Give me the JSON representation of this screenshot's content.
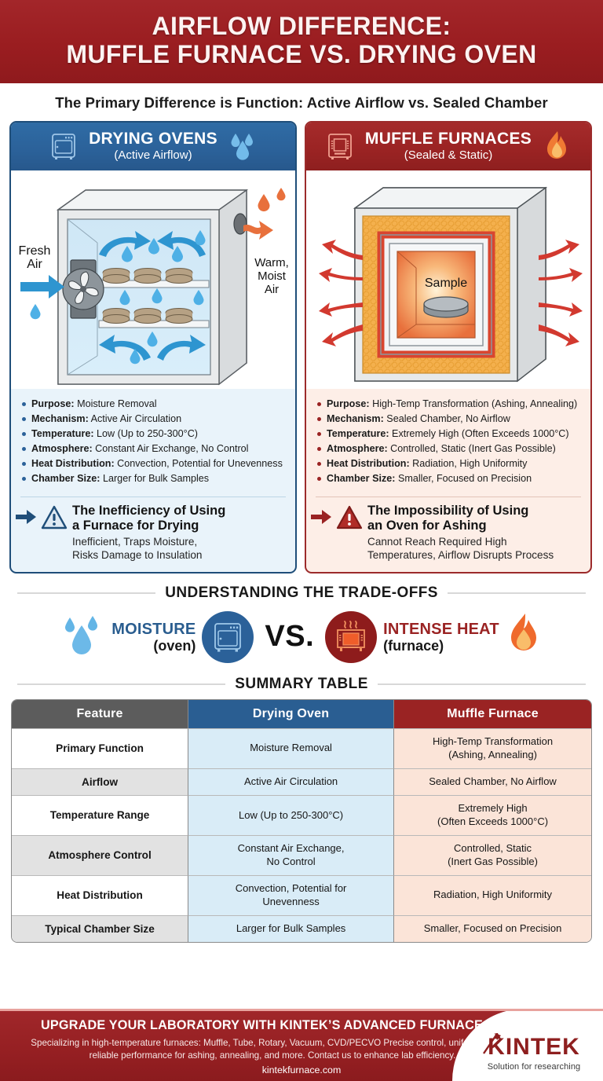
{
  "header": {
    "title_line1": "AIRFLOW DIFFERENCE:",
    "title_line2": "MUFFLE FURNACE VS. DRYING OVEN",
    "brand_red": "#9a1d20"
  },
  "subtitle": "The Primary Difference is Function: Active Airflow vs. Sealed Chamber",
  "panels": {
    "left": {
      "title": "DRYING OVENS",
      "subtitle": "(Active Airflow)",
      "accent": "#2b6199",
      "icon_left": "oven-icon",
      "icon_right": "water-drops-icon",
      "illustration": {
        "label_in": "Fresh\nAir",
        "label_in_l1": "Fresh",
        "label_in_l2": "Air",
        "label_out_l1": "Warm,",
        "label_out_l2": "Moist",
        "label_out_l3": "Air"
      },
      "bullets": [
        {
          "label": "Purpose:",
          "value": "Moisture Removal"
        },
        {
          "label": "Mechanism:",
          "value": "Active Air Circulation"
        },
        {
          "label": "Temperature:",
          "value": "Low (Up to 250-300°C)"
        },
        {
          "label": "Atmosphere:",
          "value": "Constant Air Exchange, No Control"
        },
        {
          "label": "Heat Distribution:",
          "value": "Convection, Potential for Unevenness"
        },
        {
          "label": "Chamber Size:",
          "value": "Larger for Bulk Samples"
        }
      ],
      "callout": {
        "heading_l1": "The Inefficiency of Using",
        "heading_l2": "a Furnace for Drying",
        "sub_l1": "Inefficient, Traps Moisture,",
        "sub_l2": "Risks Damage to Insulation"
      }
    },
    "right": {
      "title": "MUFFLE FURNACES",
      "subtitle": "(Sealed & Static)",
      "accent": "#9a2323",
      "icon_left": "furnace-icon",
      "icon_right": "flame-icon",
      "illustration": {
        "sample_label": "Sample"
      },
      "bullets": [
        {
          "label": "Purpose:",
          "value": "High-Temp Transformation (Ashing, Annealing)"
        },
        {
          "label": "Mechanism:",
          "value": "Sealed Chamber, No Airflow"
        },
        {
          "label": "Temperature:",
          "value": "Extremely High (Often Exceeds 1000°C)"
        },
        {
          "label": "Atmosphere:",
          "value": "Controlled, Static (Inert Gas Possible)"
        },
        {
          "label": "Heat Distribution:",
          "value": "Radiation, High Uniformity"
        },
        {
          "label": "Chamber Size:",
          "value": "Smaller, Focused on Precision"
        }
      ],
      "callout": {
        "heading_l1": "The Impossibility of Using",
        "heading_l2": "an Oven for Ashing",
        "sub_l1": "Cannot Reach Required High",
        "sub_l2": "Temperatures, Airflow Disrupts Process"
      }
    }
  },
  "tradeoffs": {
    "section_title": "UNDERSTANDING THE TRADE-OFFS",
    "left_big": "MOISTURE",
    "left_small": "(oven)",
    "vs": "VS.",
    "right_big": "INTENSE HEAT",
    "right_small": "(furnace)"
  },
  "summary": {
    "section_title": "SUMMARY TABLE",
    "columns": [
      "Feature",
      "Drying Oven",
      "Muffle Furnace"
    ],
    "rows": [
      {
        "feature": "Primary Function",
        "oven": "Moisture Removal",
        "furnace_l1": "High-Temp Transformation",
        "furnace_l2": "(Ashing, Annealing)"
      },
      {
        "feature": "Airflow",
        "oven": "Active Air Circulation",
        "furnace_l1": "Sealed Chamber, No Airflow",
        "furnace_l2": ""
      },
      {
        "feature": "Temperature Range",
        "oven": "Low (Up to 250-300°C)",
        "furnace_l1": "Extremely High",
        "furnace_l2": "(Often Exceeds 1000°C)"
      },
      {
        "feature": "Atmosphere Control",
        "oven_l1": "Constant Air Exchange,",
        "oven_l2": "No Control",
        "furnace_l1": "Controlled, Static",
        "furnace_l2": "(Inert Gas Possible)"
      },
      {
        "feature": "Heat Distribution",
        "oven_l1": "Convection, Potential for",
        "oven_l2": "Unevenness",
        "furnace_l1": "Radiation, High Uniformity",
        "furnace_l2": ""
      },
      {
        "feature": "Typical Chamber Size",
        "oven": "Larger for Bulk Samples",
        "furnace_l1": "Smaller, Focused on Precision",
        "furnace_l2": ""
      }
    ]
  },
  "footer": {
    "headline": "UPGRADE YOUR LABORATORY WITH KINTEK’S ADVANCED FURNACE SOLUTIONS",
    "body_l1": "Specializing in high-temperature furnaces: Muffle, Tube, Rotary, Vacuum, CVD/PECVO  Precise control, uniform",
    "body_l2": "heating, reliable performance for ashing, annealing, and more. Contact us to enhance lab efficiency.",
    "website": "kintekfurnace.com",
    "logo_text": "KINTEK",
    "logo_tagline": "Solution for researching"
  }
}
